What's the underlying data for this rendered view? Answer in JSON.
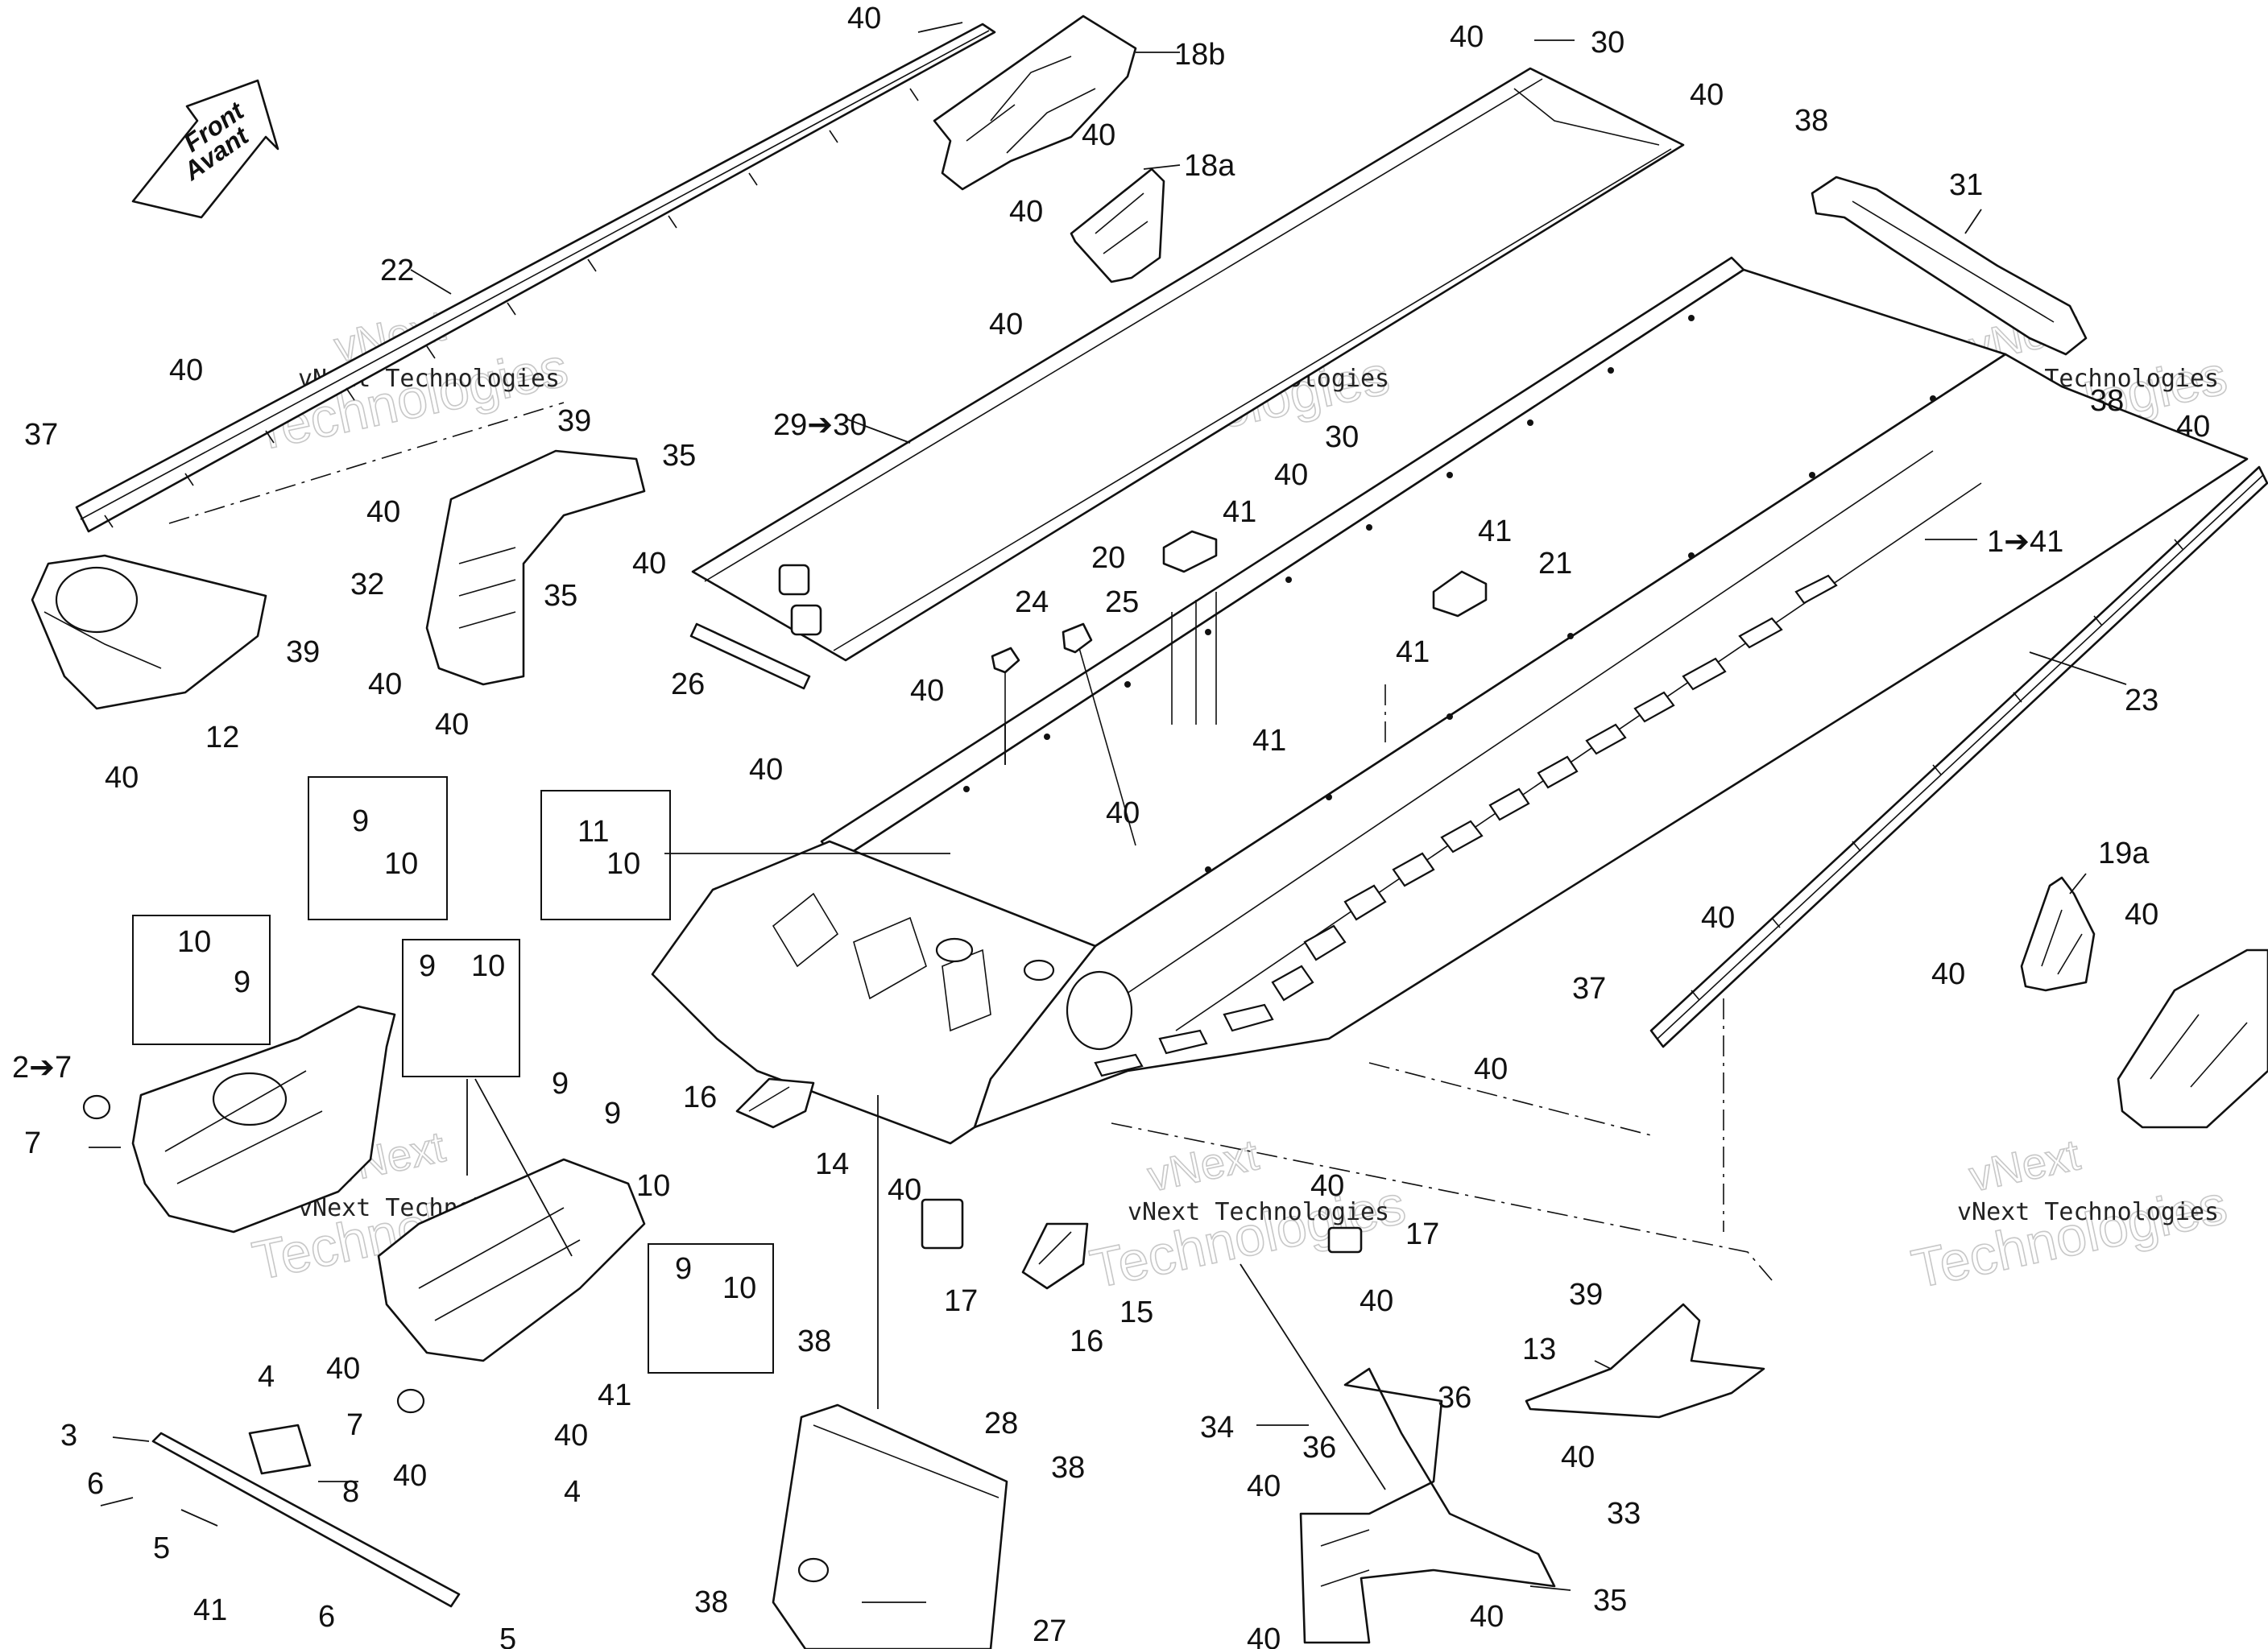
{
  "watermark": {
    "company": "vNext Technologies",
    "big_top": "vNext",
    "big_bottom": "Technologies"
  },
  "arrow": {
    "line1": "Front",
    "line2": "Avant"
  },
  "labels": {
    "l_40_top": "40",
    "l_18b": "18b",
    "l_40_18a": "40",
    "l_18a": "18a",
    "l_40_18a_low": "40",
    "l_40_rail_top": "40",
    "l_30_top": "30",
    "l_40_rail_right": "40",
    "l_38_top": "38",
    "l_31": "31",
    "l_22": "22",
    "l_37_left": "37",
    "l_40_left_a": "40",
    "l_40_mid_rail": "40",
    "l_29_30": "29➔30",
    "l_30_mid": "30",
    "l_40_mid": "40",
    "l_38_right": "38",
    "l_40_far_right": "40",
    "l_39_a": "39",
    "l_35_a": "35",
    "l_40_b": "40",
    "l_32": "32",
    "l_35_b": "35",
    "l_40_c": "40",
    "l_40_d": "40",
    "l_39_b": "39",
    "l_12": "12",
    "l_40_e": "40",
    "l_40_f": "40",
    "l_26": "26",
    "l_41_a": "41",
    "l_20": "20",
    "l_24": "24",
    "l_25": "25",
    "l_41_b": "41",
    "l_21": "21",
    "l_41_c": "41",
    "l_1_41": "1➔41",
    "l_23": "23",
    "l_40_g": "40",
    "l_41_d": "41",
    "l_40_h": "40",
    "l_40_i": "40",
    "l_9_a": "9",
    "l_10_a": "10",
    "l_11": "11",
    "l_10_b": "10",
    "l_10_c": "10",
    "l_9_b": "9",
    "l_9_c": "9",
    "l_10_d": "10",
    "l_19a": "19a",
    "l_40_j": "40",
    "l_40_k": "40",
    "l_40_l": "40",
    "l_37_right": "37",
    "l_2_7": "2➔7",
    "l_7_a": "7",
    "l_9_d": "9",
    "l_9_e": "9",
    "l_10_e": "10",
    "l_16_a": "16",
    "l_14": "14",
    "l_40_m": "40",
    "l_40_n": "40",
    "l_40_o": "40",
    "l_17_a": "17",
    "l_17_b": "17",
    "l_40_p": "40",
    "l_15": "15",
    "l_16_b": "16",
    "l_4_a": "4",
    "l_40_q": "40",
    "l_9_f": "9",
    "l_10_f": "10",
    "l_7_b": "7",
    "l_41_e": "41",
    "l_40_r": "40",
    "l_40_s": "40",
    "l_3": "3",
    "l_8": "8",
    "l_6_a": "6",
    "l_5_a": "5",
    "l_41_f": "41",
    "l_6_b": "6",
    "l_5_b": "5",
    "l_4_b": "4",
    "l_38_a": "38",
    "l_28": "28",
    "l_38_b": "38",
    "l_38_c": "38",
    "l_27": "27",
    "l_39_c": "39",
    "l_13": "13",
    "l_40_t": "40",
    "l_34": "34",
    "l_36_a": "36",
    "l_36_b": "36",
    "l_40_u": "40",
    "l_33": "33",
    "l_40_v": "40",
    "l_35_c": "35",
    "l_40_w": "40"
  }
}
